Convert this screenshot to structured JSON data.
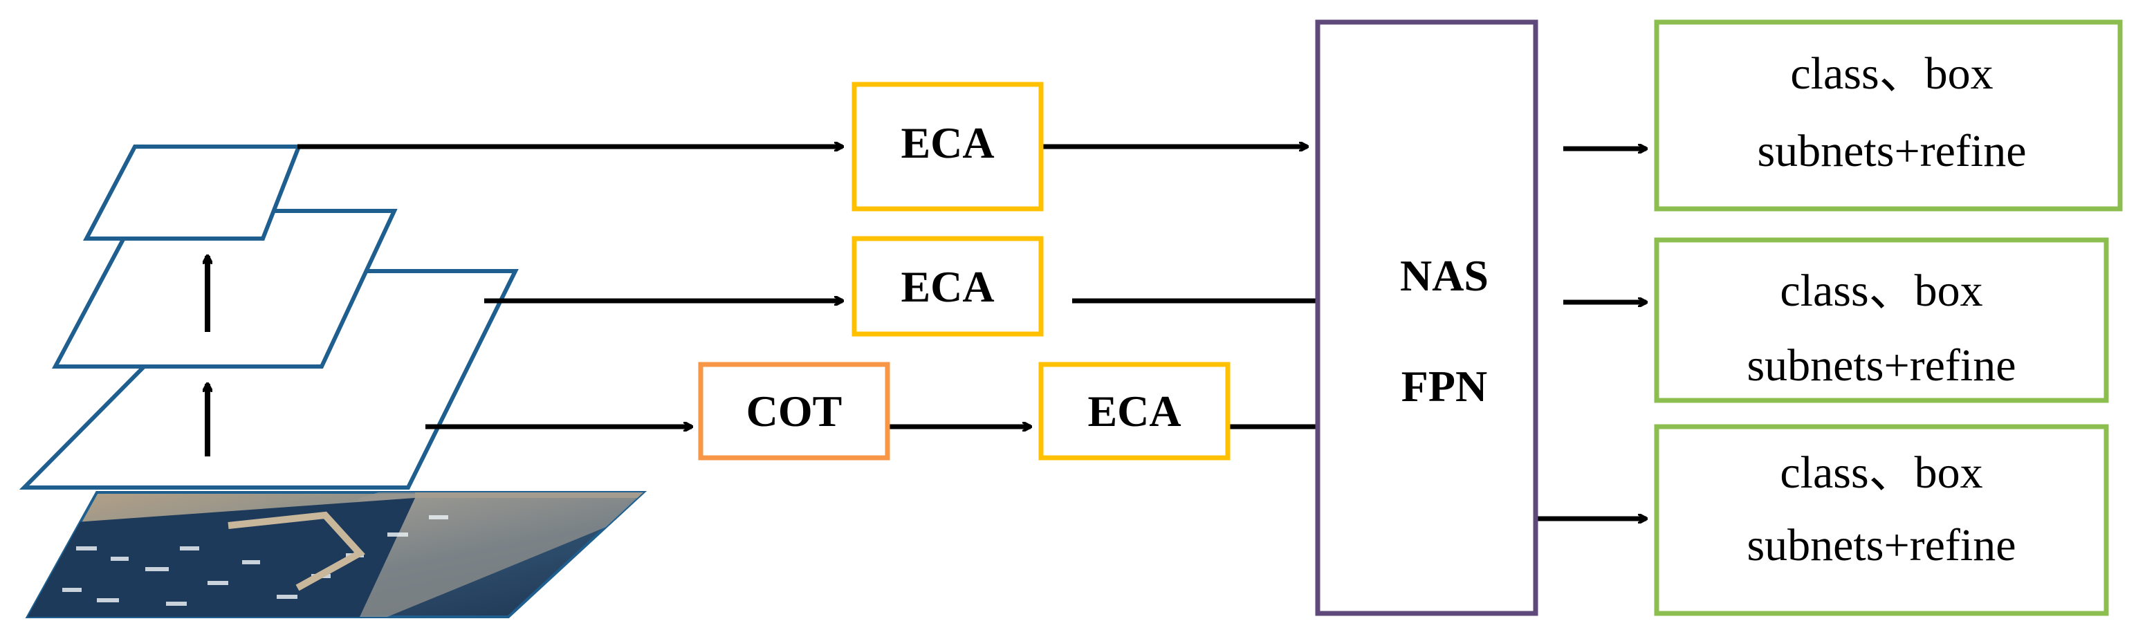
{
  "modules": {
    "eca_top": "ECA",
    "eca_mid": "ECA",
    "eca_bottom": "ECA",
    "cot": "COT"
  },
  "nas_fpn": {
    "line1": "NAS",
    "line2": "FPN"
  },
  "outputs": [
    {
      "line1": "class、box",
      "line2": "subnets+refine"
    },
    {
      "line1": "class、box",
      "line2": "subnets+refine"
    },
    {
      "line1": "class、box",
      "line2": "subnets+refine"
    }
  ],
  "colors": {
    "pyramid_blue": "#1f5f8f",
    "eca_yellow": "#ffc000",
    "cot_orange": "#f79646",
    "nas_purple": "#5f497a",
    "output_green": "#8cbd4f",
    "arrow_black": "#000000"
  }
}
